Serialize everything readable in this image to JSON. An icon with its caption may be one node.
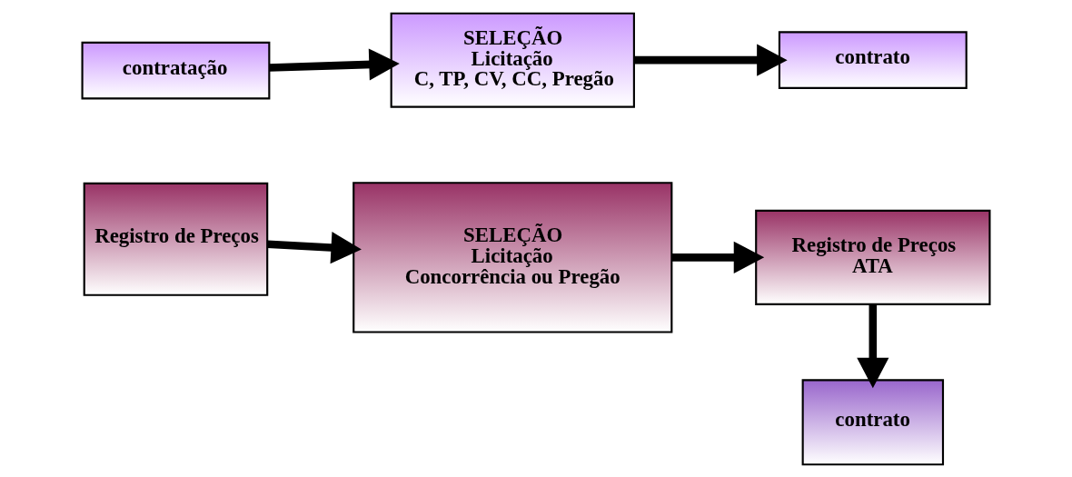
{
  "diagram": {
    "nodes": [
      {
        "text": [
          "contratação"
        ]
      },
      {
        "text": [
          "SELEÇÃO",
          "Licitação",
          "C, TP, CV, CC, Pregão"
        ]
      },
      {
        "text": [
          "contrato"
        ]
      },
      {
        "text": [
          "Registro de Preços"
        ]
      },
      {
        "text": [
          "SELEÇÃO",
          "Licitação",
          "Concorrência ou Pregão"
        ]
      },
      {
        "text": [
          "Registro de Preços",
          "ATA"
        ]
      },
      {
        "text": [
          "contrato"
        ]
      }
    ],
    "edges": [
      {
        "from": 0,
        "to": 1,
        "arrow": "to"
      },
      {
        "from": 1,
        "to": 2,
        "arrow": "to"
      },
      {
        "from": 3,
        "to": 4,
        "arrow": "to"
      },
      {
        "from": 4,
        "to": 5,
        "arrow": "to"
      },
      {
        "from": 5,
        "to": 6,
        "arrow": "to"
      }
    ]
  }
}
